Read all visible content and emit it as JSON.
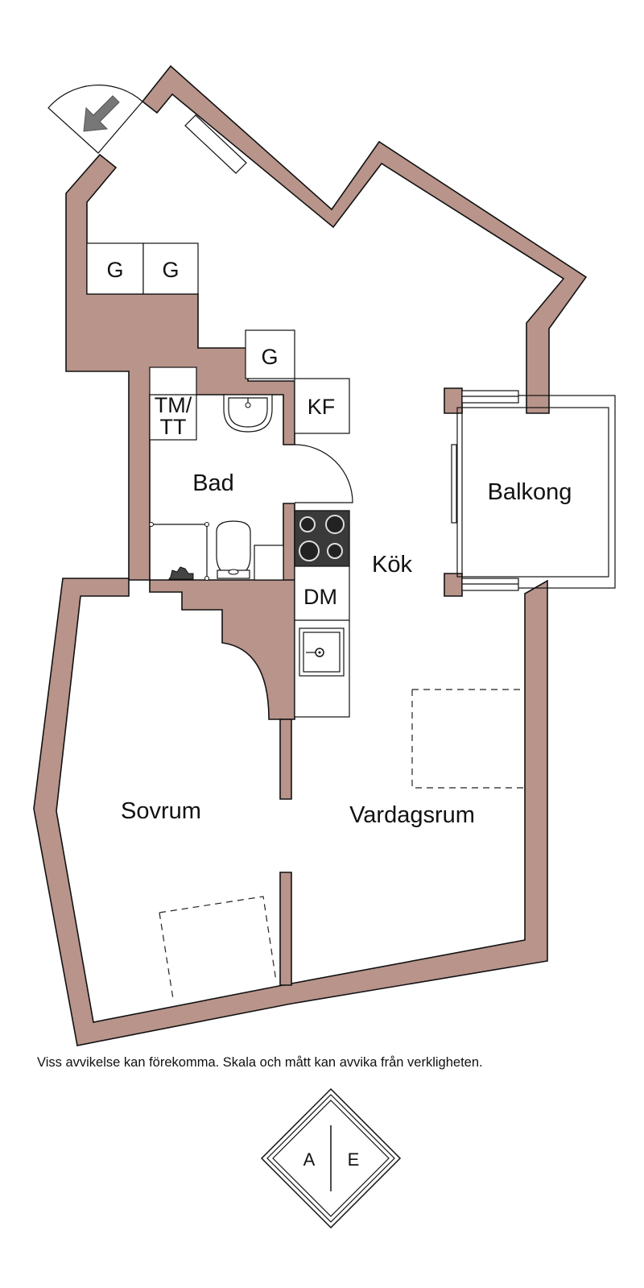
{
  "rooms": {
    "bad": "Bad",
    "kok": "Kök",
    "balkong": "Balkong",
    "sovrum": "Sovrum",
    "vardagsrum": "Vardagsrum"
  },
  "fixtures": {
    "g1": "G",
    "g2": "G",
    "g3": "G",
    "tm_line1": "TM/",
    "tm_line2": "TT",
    "kf": "KF",
    "dm": "DM"
  },
  "disclaimer": "Viss avvikelse kan förekomma. Skala och mått kan avvika från verkligheten.",
  "logo": {
    "left_letter": "A",
    "right_letter": "E"
  },
  "colors": {
    "wall": "#b8948a",
    "stove": "#3a3a3a",
    "entry_arrow": "#777777"
  }
}
